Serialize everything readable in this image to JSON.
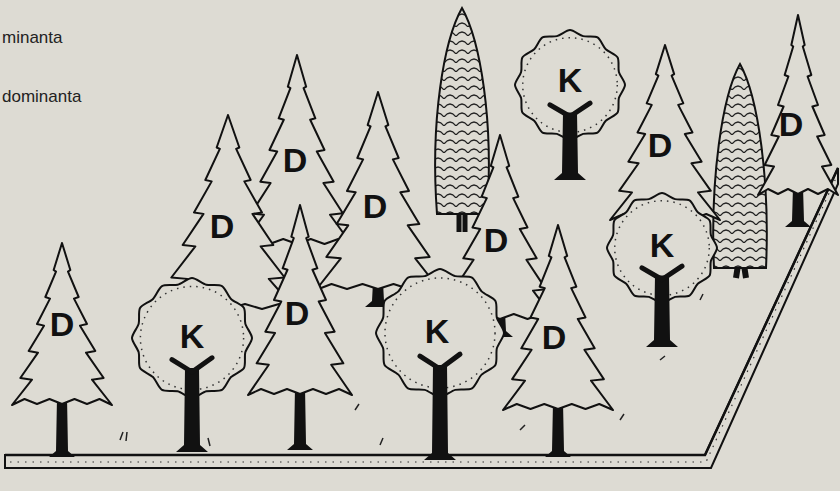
{
  "diagram": {
    "nodes": [
      {
        "text": [
          "K"
        ]
      },
      {
        "text": [
          "D"
        ]
      },
      {
        "text": [
          "D"
        ]
      },
      {
        "text": [
          "D"
        ]
      },
      {
        "text": [
          "D"
        ]
      },
      {
        "text": [
          "D"
        ]
      },
      {
        "text": [
          "D"
        ]
      },
      {
        "text": [
          "K"
        ]
      },
      {
        "text": [
          "D"
        ]
      },
      {
        "text": [
          "K"
        ]
      },
      {
        "text": [
          "D"
        ]
      },
      {
        "text": [
          "D"
        ]
      },
      {
        "text": [
          "K"
        ]
      }
    ],
    "labels": [
      "minanta",
      "dominanta"
    ]
  }
}
